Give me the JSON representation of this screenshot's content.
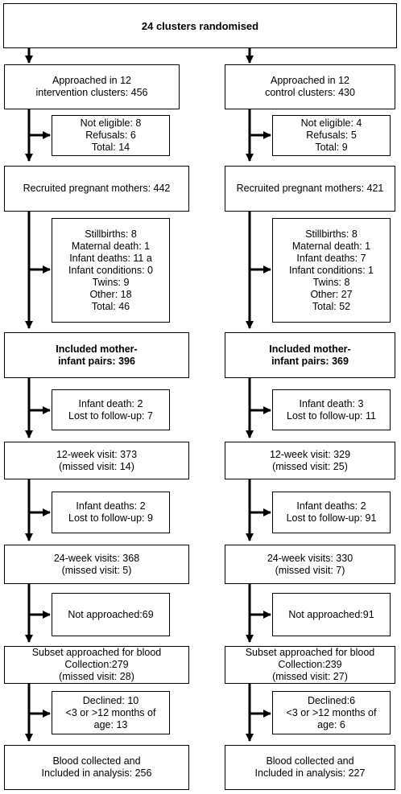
{
  "top": {
    "lines": [
      "24 clusters randomised"
    ]
  },
  "left": {
    "approached": [
      "Approached in 12",
      "intervention clusters: 456"
    ],
    "excluded1": [
      "Not eligible: 8",
      "Refusals: 6",
      "Total: 14"
    ],
    "recruited": [
      "Recruited pregnant mothers: 442"
    ],
    "excluded2": [
      "Stillbirths: 8",
      "Maternal death: 1",
      "Infant deaths: 11 a",
      "Infant conditions: 0",
      "Twins: 9",
      "Other: 18",
      "Total: 46"
    ],
    "included": [
      "Included mother-",
      "infant pairs: 396"
    ],
    "loss1": [
      "Infant death: 2",
      "Lost to follow-up: 7"
    ],
    "visit12": [
      "12-week visit: 373",
      "(missed visit: 14)"
    ],
    "loss2": [
      "Infant deaths: 2",
      "Lost to follow-up: 9"
    ],
    "visit24": [
      "24-week visits: 368",
      "(missed visit: 5)"
    ],
    "notapproached": [
      "Not approached:69"
    ],
    "subset": [
      "Subset approached for blood",
      "Collection:279",
      "(missed visit: 28)"
    ],
    "declined": [
      "Declined: 10",
      "<3 or >12 months of",
      "age: 13"
    ],
    "blood": [
      "Blood collected and",
      "Included in analysis: 256"
    ]
  },
  "right": {
    "approached": [
      "Approached in 12",
      "control clusters: 430"
    ],
    "excluded1": [
      "Not eligible: 4",
      "Refusals: 5",
      "Total: 9"
    ],
    "recruited": [
      "Recruited pregnant mothers: 421"
    ],
    "excluded2": [
      "Stillbirths: 8",
      "Maternal death: 1",
      "Infant deaths: 7",
      "Infant conditions: 1",
      "Twins: 8",
      "Other: 27",
      "Total: 52"
    ],
    "included": [
      "Included mother-",
      "infant pairs: 369"
    ],
    "loss1": [
      "Infant death: 3",
      "Lost to follow-up: 11"
    ],
    "visit12": [
      "12-week visit: 329",
      "(missed visit: 25)"
    ],
    "loss2": [
      "Infant deaths: 2",
      "Lost to follow-up: 91"
    ],
    "visit24": [
      "24-week visits: 330",
      "(missed visit: 7)"
    ],
    "notapproached": [
      "Not approached:91"
    ],
    "subset": [
      "Subset approached for blood",
      "Collection:239",
      "(missed visit: 27)"
    ],
    "declined": [
      "Declined:6",
      "<3 or >12 months of",
      "age: 6"
    ],
    "blood": [
      "Blood collected and",
      "Included in analysis: 227"
    ]
  }
}
